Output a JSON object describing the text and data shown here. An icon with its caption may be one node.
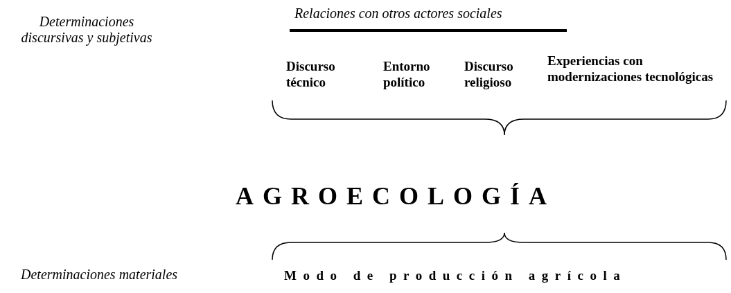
{
  "diagram": {
    "labels": [
      "Relaciones con otros actores sociales",
      "Determinaciones discursivas y subjetivas",
      "Discurso técnico",
      "Entorno político",
      "Discurso religioso",
      "Experiencias con modernizaciones tecnológicas",
      "AGROECOLOGÍA",
      "Determinaciones materiales",
      "Modo de producción agrícola"
    ]
  }
}
